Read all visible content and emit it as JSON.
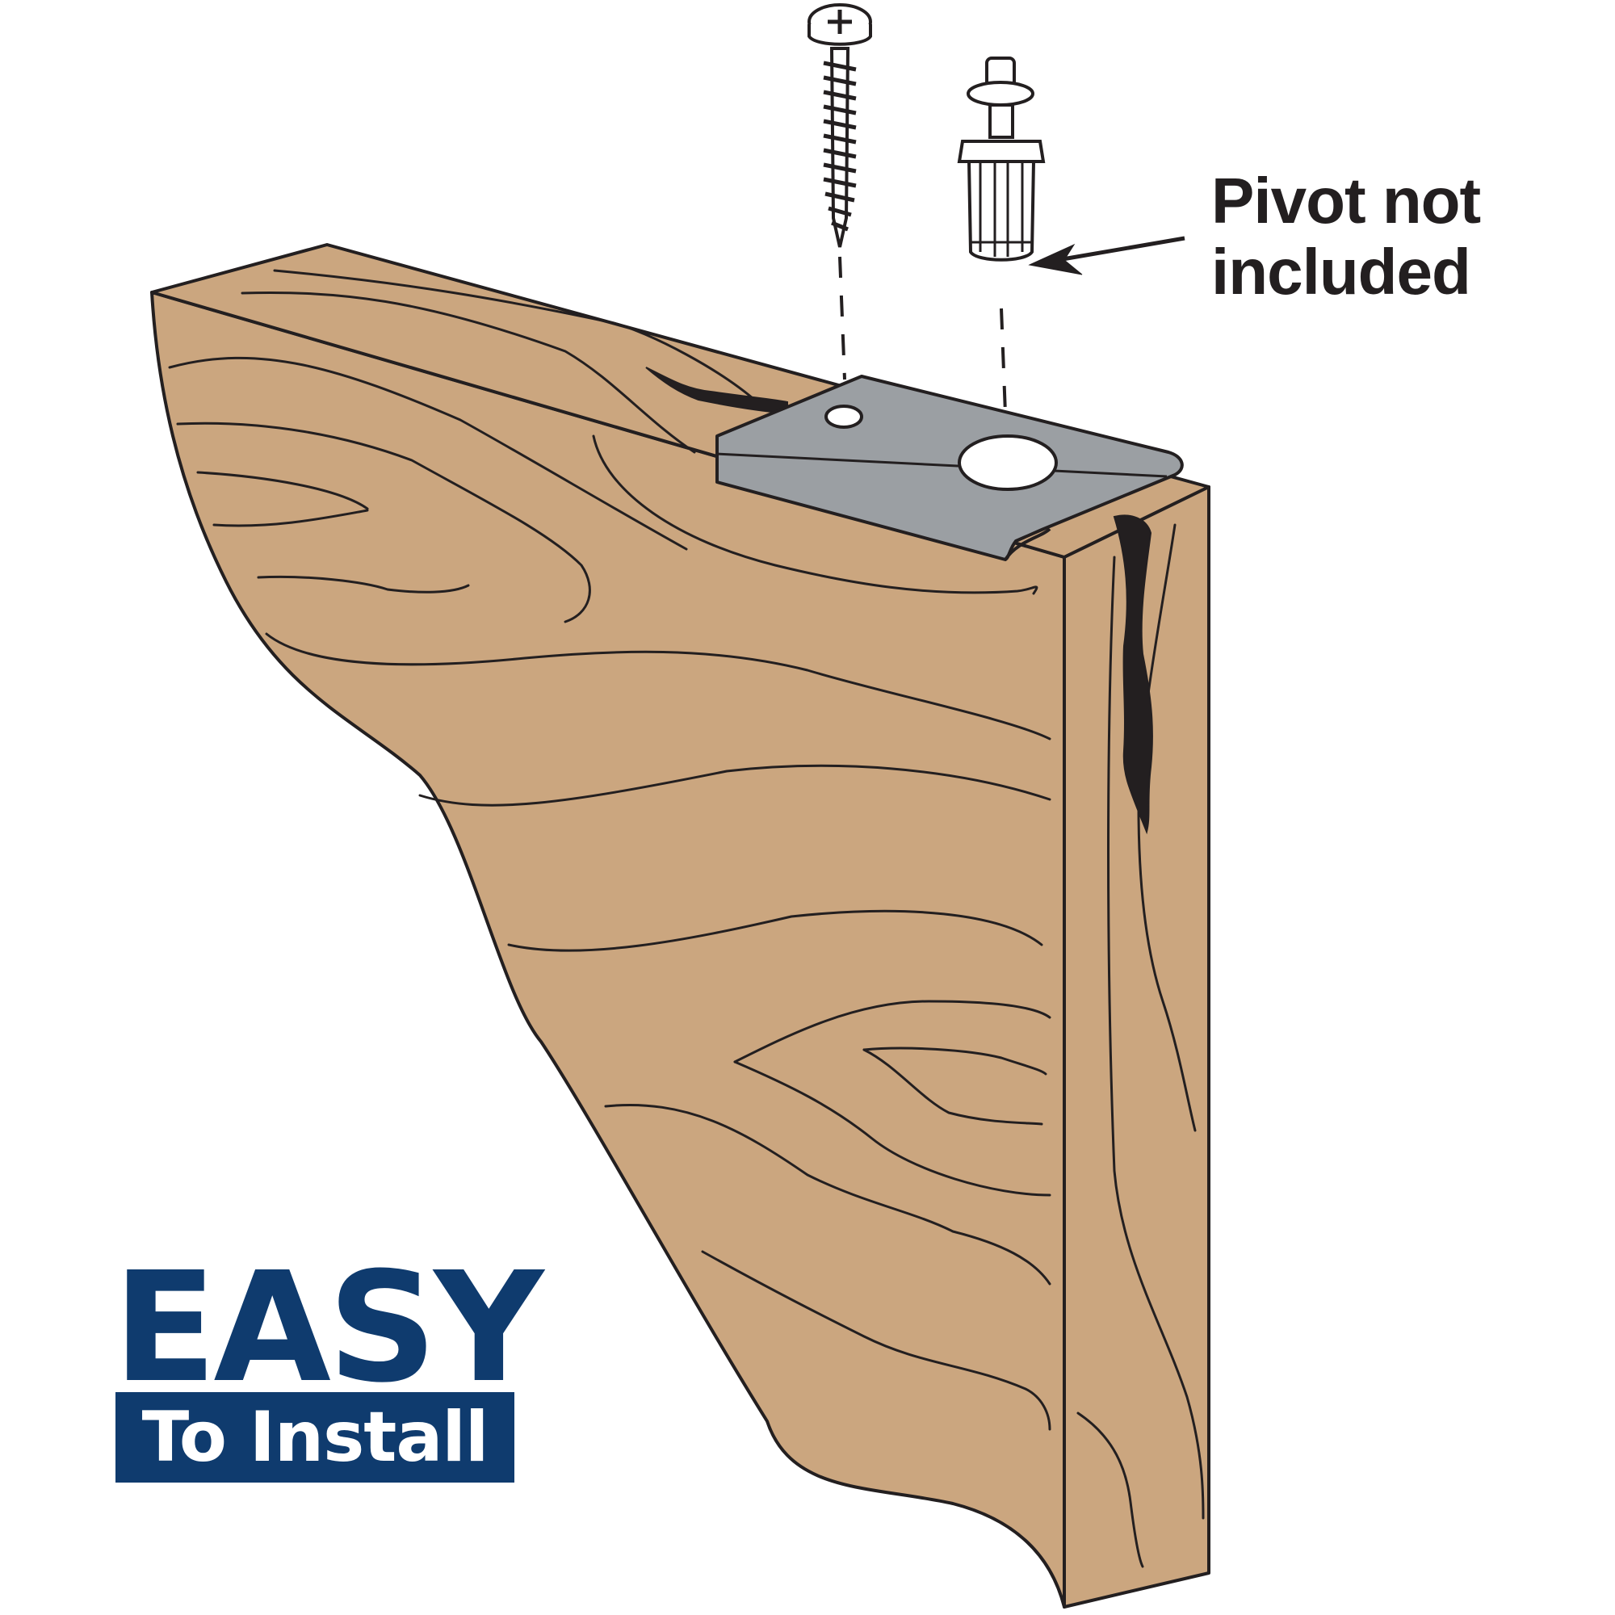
{
  "callout": {
    "line1": "Pivot not",
    "line2": "included"
  },
  "badge": {
    "title": "EASY",
    "subtitle": "To Install"
  },
  "colors": {
    "wood": "#cba67f",
    "plate": "#9b9fa3",
    "outline": "#231f20",
    "brand_navy": "#0f3b6e"
  },
  "parts": [
    "screw-icon",
    "pivot-icon",
    "mounting-plate",
    "wood-block"
  ]
}
